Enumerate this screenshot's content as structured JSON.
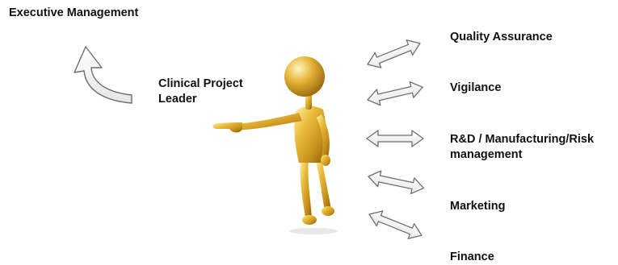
{
  "diagram": {
    "top_label": "Executive Management",
    "center_label_line1": "Clinical Project",
    "center_label_line2": "Leader",
    "departments": [
      {
        "line1": "Quality Assurance",
        "line2": ""
      },
      {
        "line1": "Vigilance",
        "line2": ""
      },
      {
        "line1": "R&D / Manufacturing/Risk",
        "line2": "management"
      },
      {
        "line1": "Marketing",
        "line2": ""
      },
      {
        "line1": "Finance",
        "line2": ""
      }
    ],
    "figure_color": "#d9a62a",
    "arrow_stroke": "#6e6e6e"
  }
}
